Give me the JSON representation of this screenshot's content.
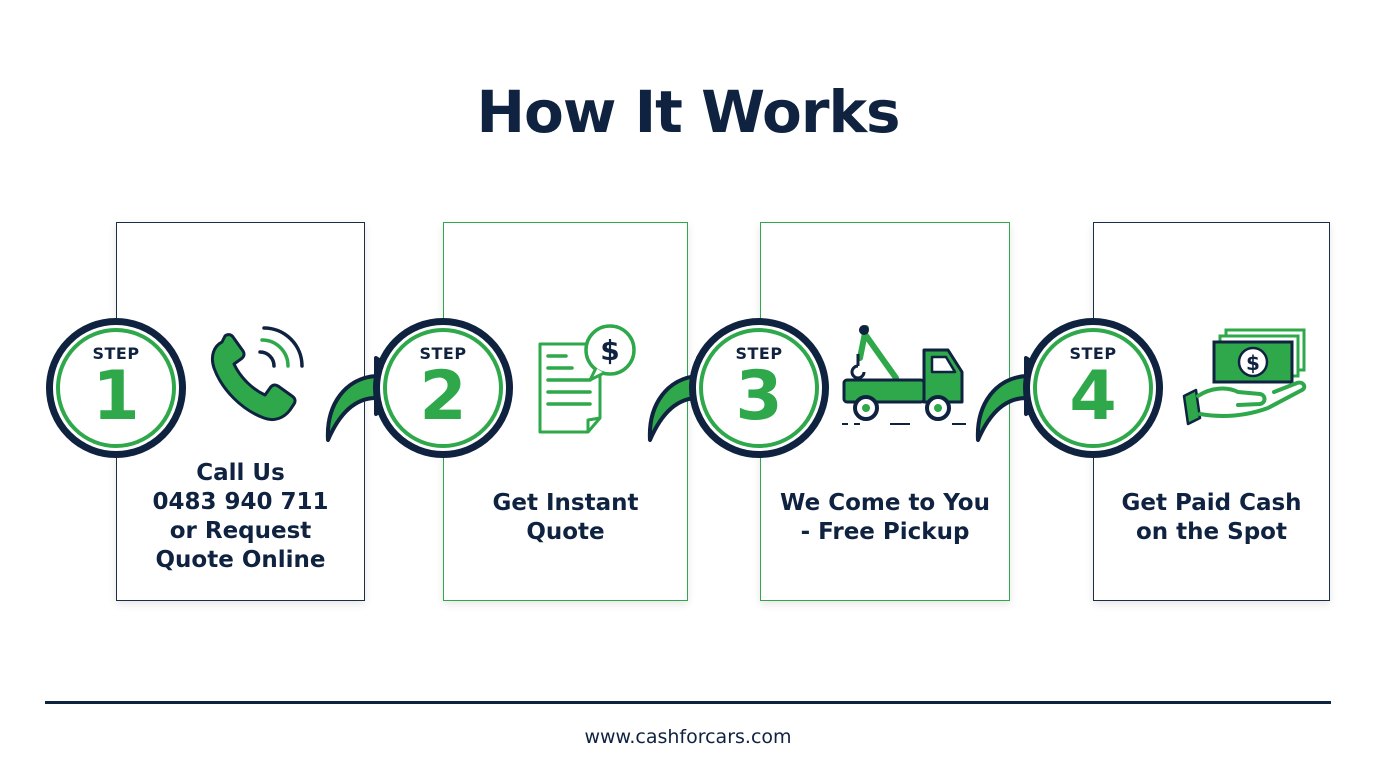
{
  "title": "How It Works",
  "steps": [
    {
      "label": "STEP",
      "number": "1",
      "lines": [
        "Call Us",
        "0483 940 711",
        "or Request",
        "Quote Online"
      ],
      "icon": "phone-icon"
    },
    {
      "label": "STEP",
      "number": "2",
      "lines": [
        "Get Instant",
        "Quote"
      ],
      "icon": "quote-document-icon"
    },
    {
      "label": "STEP",
      "number": "3",
      "lines": [
        "We Come to You",
        "- Free Pickup"
      ],
      "icon": "tow-truck-icon"
    },
    {
      "label": "STEP",
      "number": "4",
      "lines": [
        "Get Paid Cash",
        "on the Spot"
      ],
      "icon": "cash-hand-icon"
    }
  ],
  "footer": {
    "url": "www.cashforcars.com"
  },
  "colors": {
    "navy": "#0f2240",
    "green": "#2ea84a",
    "background": "#ffffff"
  }
}
